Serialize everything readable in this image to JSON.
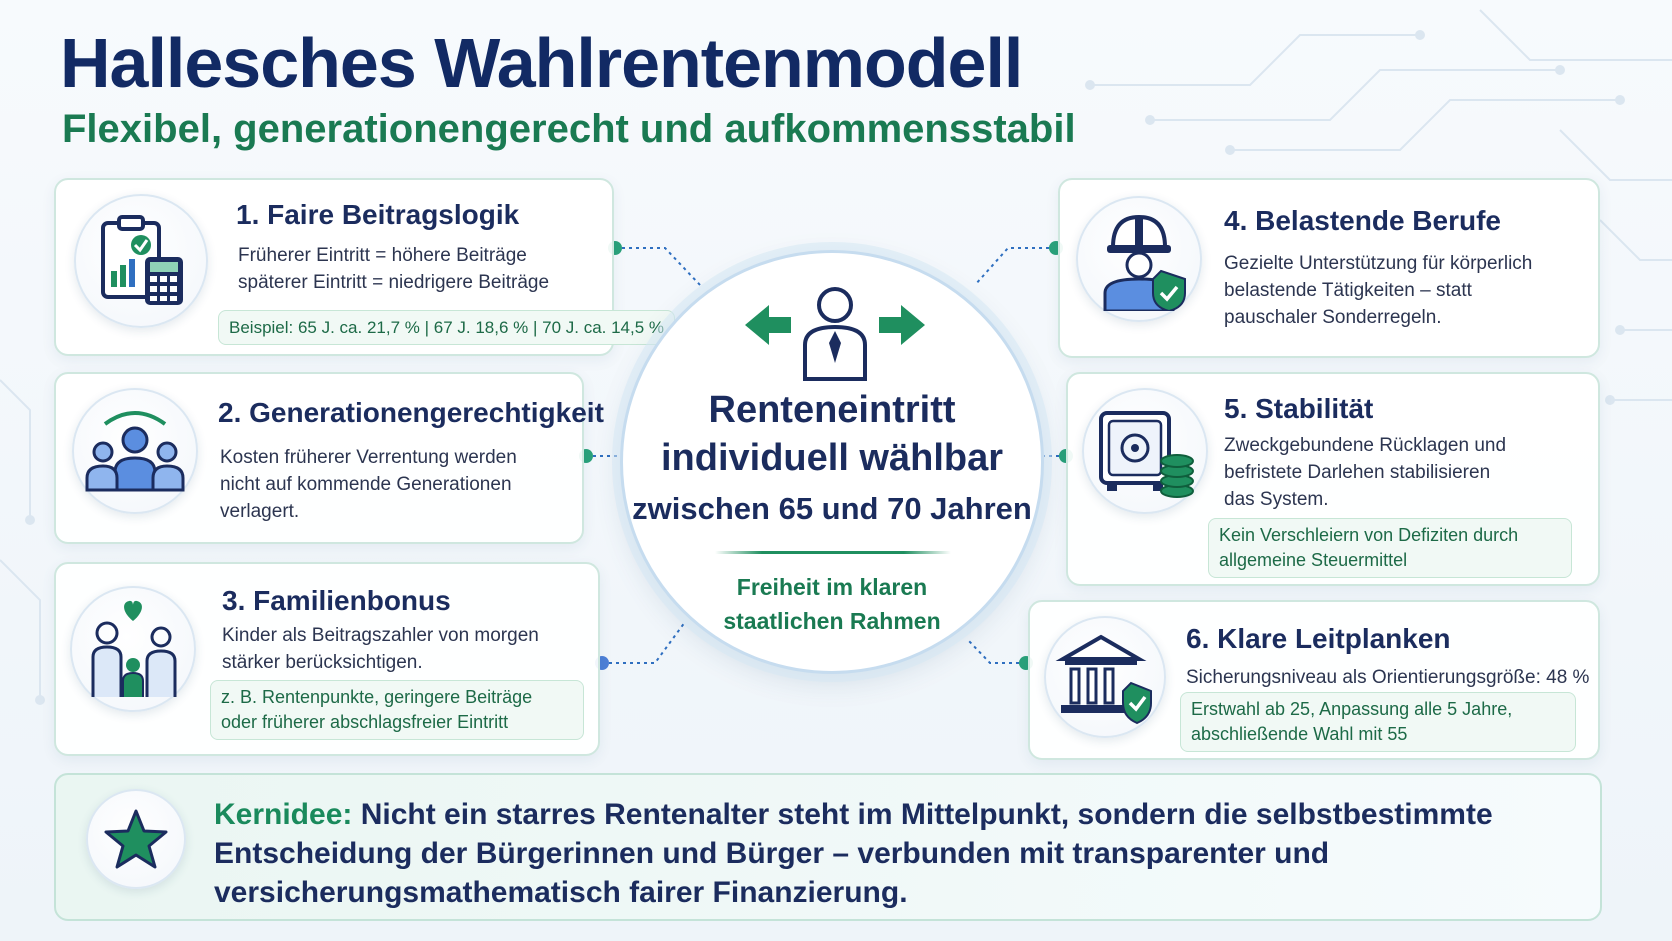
{
  "title": "Hallesches Wahlrentenmodell",
  "subtitle": "Flexibel, generationengerecht und aufkommensstabil",
  "center": {
    "line1": "Renteneintritt",
    "line2": "individuell wählbar",
    "line3": "zwischen 65 und 70 Jahren",
    "sub1": "Freiheit im klaren",
    "sub2": "staatlichen Rahmen"
  },
  "cards": [
    {
      "title": "1. Faire Beitragslogik",
      "text": [
        "Früherer Eintritt = höhere Beiträge",
        "späterer Eintritt = niedrigere Beiträge"
      ],
      "note": [
        "Beispiel: 65 J. ca. 21,7 % | 67 J. 18,6 % | 70 J. ca. 14,5 %"
      ]
    },
    {
      "title": "2. Generationengerechtigkeit",
      "text": [
        "Kosten früherer Verrentung werden",
        "nicht auf kommende Generationen",
        "verlagert."
      ]
    },
    {
      "title": "3. Familienbonus",
      "text": [
        "Kinder als Beitragszahler von morgen",
        "stärker berücksichtigen."
      ],
      "note": [
        "z. B. Rentenpunkte, geringere Beiträge",
        "oder früherer abschlagsfreier Eintritt"
      ]
    },
    {
      "title": "4. Belastende Berufe",
      "text": [
        "Gezielte Unterstützung für körperlich",
        "belastende Tätigkeiten – statt",
        "pauschaler Sonderregeln."
      ]
    },
    {
      "title": "5. Stabilität",
      "text": [
        "Zweckgebundene Rücklagen und",
        "befristete Darlehen stabilisieren",
        "das System."
      ],
      "note": [
        "Kein Verschleiern von Defiziten durch",
        "allgemeine Steuermittel"
      ]
    },
    {
      "title": "6. Klare Leitplanken",
      "text": [
        "Sicherungsniveau als Orientierungsgröße: 48 %"
      ],
      "note": [
        "Erstwahl ab 25, Anpassung alle 5 Jahre,",
        "abschließende Wahl mit 55"
      ]
    }
  ],
  "kernidee": {
    "label": "Kernidee:",
    "line1": "Nicht ein starres Rentenalter steht im Mittelpunkt, sondern die selbstbestimmte",
    "line2": "Entscheidung der Bürgerinnen und Bürger – verbunden mit transparenter und",
    "line3": "versicherungsmathematisch fairer Finanzierung."
  },
  "colors": {
    "navy": "#122a64",
    "green": "#1a7a52",
    "accent_blue": "#2f6fc0"
  },
  "icons": {
    "card1": "clipboard-calculator-icon",
    "card2": "people-group-icon",
    "card3": "family-heart-icon",
    "card4": "construction-worker-shield-icon",
    "card5": "safe-coins-icon",
    "card6": "bank-shield-icon",
    "center": "person-arrows-icon",
    "kernidee": "star-icon"
  }
}
